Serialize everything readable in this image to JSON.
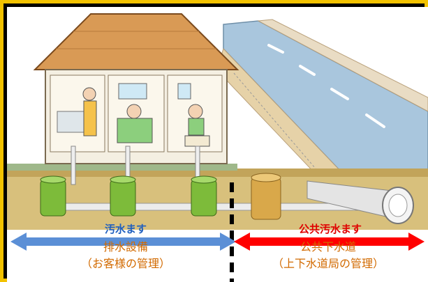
{
  "labels": {
    "left_masu": "汚水ます",
    "right_masu": "公共汚水ます",
    "left_title": "排水設備",
    "left_note": "（お客様の管理）",
    "right_title": "公共下水道",
    "right_note": "（上下水道局の管理）"
  },
  "colors": {
    "frame": "#f2c200",
    "left_arrow": "#5b8fd6",
    "right_arrow": "#ff0000",
    "label_sub": "#d26a00",
    "masu_green": "#7dbb3a",
    "public_masu": "#d9a84a"
  }
}
